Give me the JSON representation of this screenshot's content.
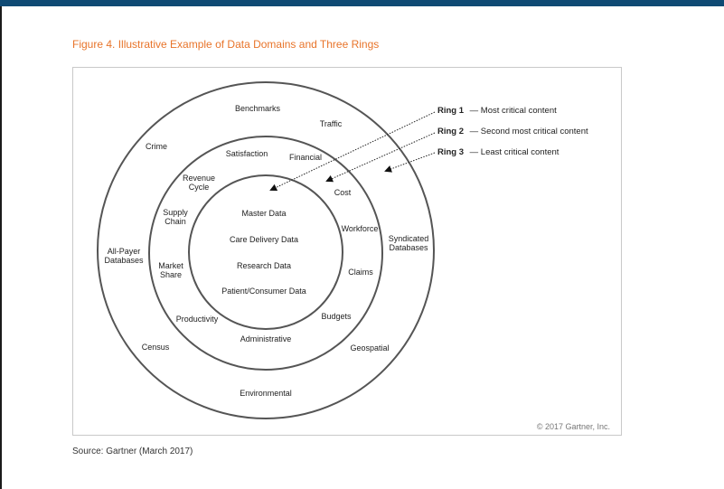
{
  "figure": {
    "title": "Figure 4. Illustrative Example of Data Domains and Three Rings",
    "source": "Source: Gartner (March 2017)",
    "copyright": "© 2017 Gartner, Inc."
  },
  "rings": {
    "outer": {
      "benchmarks": "Benchmarks",
      "traffic": "Traffic",
      "crime": "Crime",
      "all_payer_1": "All-Payer",
      "all_payer_2": "Databases",
      "syndicated_1": "Syndicated",
      "syndicated_2": "Databases",
      "census": "Census",
      "geospatial": "Geospatial",
      "environmental": "Environmental"
    },
    "middle": {
      "satisfaction": "Satisfaction",
      "financial": "Financial",
      "revenue_1": "Revenue",
      "revenue_2": "Cycle",
      "cost": "Cost",
      "supply_1": "Supply",
      "supply_2": "Chain",
      "workforce": "Workforce",
      "market_1": "Market",
      "market_2": "Share",
      "claims": "Claims",
      "productivity": "Productivity",
      "budgets": "Budgets",
      "administrative": "Administrative"
    },
    "inner": {
      "master": "Master Data",
      "care": "Care Delivery Data",
      "research": "Research Data",
      "patient": "Patient/Consumer Data"
    }
  },
  "legend": [
    {
      "ring": "Ring 1",
      "desc": "— Most critical content"
    },
    {
      "ring": "Ring 2",
      "desc": "— Second most critical content"
    },
    {
      "ring": "Ring 3",
      "desc": "— Least critical content"
    }
  ],
  "colors": {
    "title": "#e8742a",
    "ring_stroke": "#555555",
    "top_bar": "#0f4a74"
  }
}
